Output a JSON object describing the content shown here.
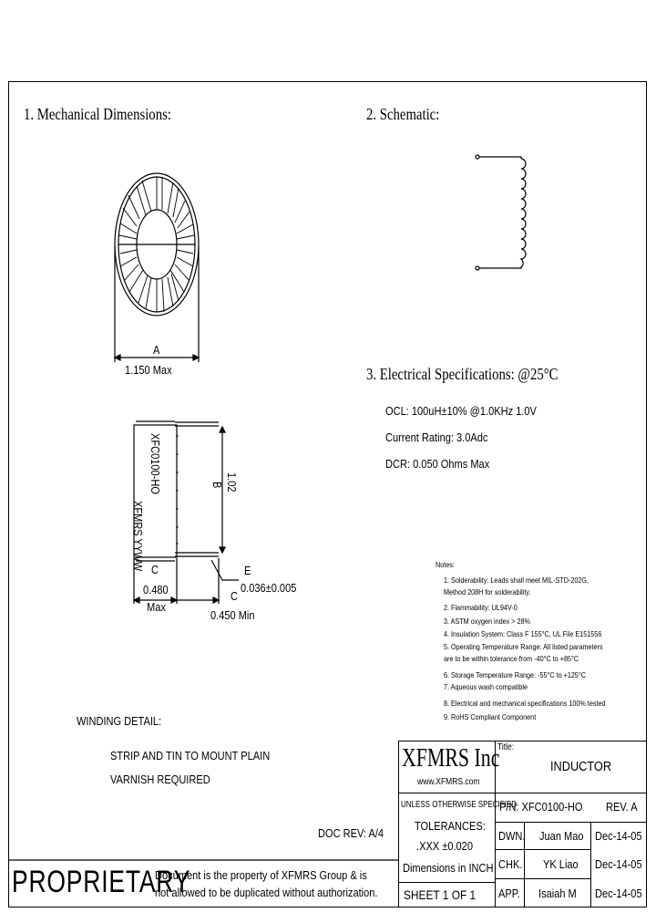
{
  "sections": {
    "mechanical": "1. Mechanical Dimensions:",
    "schematic": "2. Schematic:",
    "electrical": "3. Electrical Specifications: @25°C"
  },
  "dimensions": {
    "a_label": "A",
    "a_value": "1.150 Max",
    "b_label": "B",
    "b_value": "1.02",
    "c_left_label": "C",
    "c_left_value": "0.480",
    "c_left_suffix": "Max",
    "c_right_label": "C",
    "c_right_value": "0.450 Min",
    "e_label": "E",
    "e_value": "0.036±0.005",
    "marking_line1": "XFMRS YYWW",
    "marking_line2": "XFC0100-HO"
  },
  "specs": [
    "OCL: 100uH±10% @1.0KHz 1.0V",
    "Current Rating: 3.0Adc",
    "DCR: 0.050 Ohms Max"
  ],
  "notes": {
    "title": "Notes:",
    "items": [
      "1. Solderability: Leads shall meet MIL-STD-202G,",
      "    Method 208H for solderability.",
      "2. Flammability: UL94V-0",
      "3. ASTM oxygen index > 28%",
      "4. Insulation System: Class F 155°C, UL File E151556",
      "5. Operating Temperature Range: All listed parameters",
      "    are to be within tolerance from -40°C to +85°C",
      "6. Storage Temperature Range: -55°C to +125°C",
      "7. Aqueous wash compatible",
      "8. Electrical and mechanical specifications 100% tested",
      "9. RoHS Compliant Component"
    ]
  },
  "winding": {
    "title": "WINDING DETAIL:",
    "line1": "STRIP AND TIN TO MOUNT PLAIN",
    "line2": "VARNISH REQUIRED"
  },
  "doc_rev": "DOC REV: A/4",
  "proprietary": {
    "word": "PROPRIETARY",
    "line1": "Document is the property of XFMRS Group & is",
    "line2": "not allowed to be duplicated without authorization."
  },
  "title_block": {
    "company": "XFMRS Inc",
    "website": "www.XFMRS.com",
    "title_label": "Title:",
    "title_value": "INDUCTOR",
    "tolerance_heading": "UNLESS OTHERWISE SPECIFIED",
    "tolerances_label": "TOLERANCES:",
    "tolerance_value": ".XXX ±0.020",
    "dimensions_in": "Dimensions in INCH",
    "sheet": "SHEET 1 OF 1",
    "pn": "P/N: XFC0100-HO",
    "rev": "REV. A",
    "rows": [
      {
        "role": "DWN.",
        "name": "Juan Mao",
        "date": "Dec-14-05"
      },
      {
        "role": "CHK.",
        "name": "YK Liao",
        "date": "Dec-14-05"
      },
      {
        "role": "APP.",
        "name": "Isaiah M",
        "date": "Dec-14-05"
      }
    ]
  }
}
